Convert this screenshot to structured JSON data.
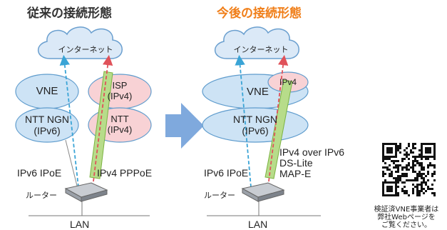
{
  "headings": {
    "left": "従来の接続形態",
    "right": "今後の接続形態",
    "left_color": "#333333",
    "right_color": "#f07f1a"
  },
  "colors": {
    "cloud_fill": "#dbe9f7",
    "cloud_stroke": "#6a9fcf",
    "ellipse_blue": "#cde3f5",
    "ellipse_pink": "#f8d2d5",
    "tunnel_green": "#b7dc8a",
    "arrow_blue": "#3aa4d6",
    "arrow_red": "#e0525a",
    "transition_arrow": "#7fa9dd"
  },
  "left": {
    "cloud": "インターネット",
    "vne": "VNE",
    "isp_line1": "ISP",
    "isp_line2": "(IPv4)",
    "ntt_ngn_line1": "NTT NGN",
    "ntt_ngn_line2": "(IPv6)",
    "ntt_line1": "NTT",
    "ntt_line2": "(IPv4)",
    "ipv6_label": "IPv6 IPoE",
    "ipv4_label": "IPv4 PPPoE",
    "router_label": "ルーター",
    "lan": "LAN"
  },
  "right": {
    "cloud": "インターネット",
    "vne": "VNE",
    "ipv4_badge": "IPv4",
    "ntt_ngn_line1": "NTT NGN",
    "ntt_ngn_line2": "(IPv6)",
    "ipv6_label": "IPv6 IPoE",
    "router_label": "ルーター",
    "lan": "LAN",
    "methods": [
      "IPv4 over IPv6",
      "DS-Lite",
      "MAP-E"
    ]
  },
  "qr": {
    "icon": "qr-code-icon",
    "caption_line1": "検証済VNE事業者は",
    "caption_line2": "弊社Webページを",
    "caption_line3": "ご覧ください。"
  }
}
